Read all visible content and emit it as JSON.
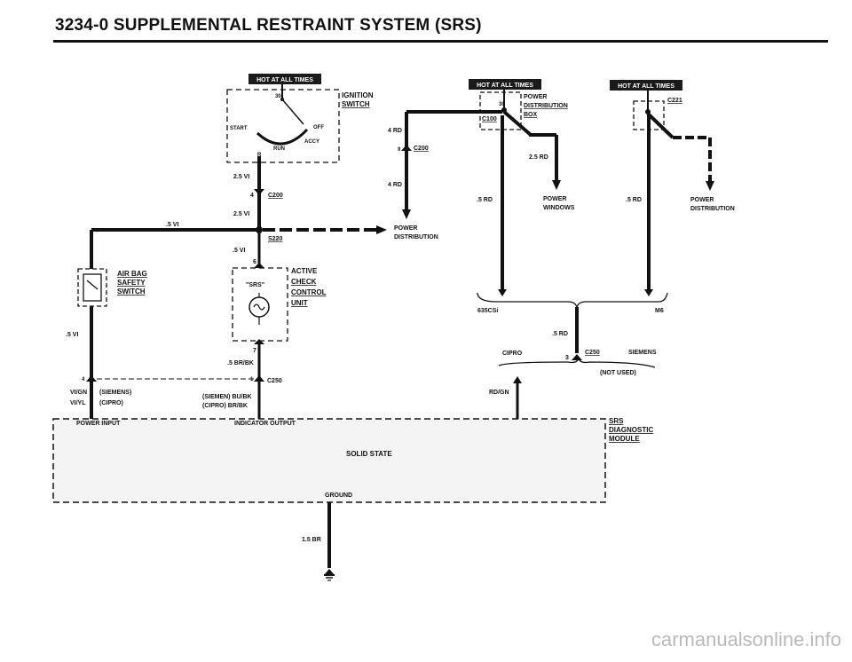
{
  "page": {
    "title": "3234-0  SUPPLEMENTAL RESTRAINT SYSTEM (SRS)",
    "watermark": "carmanualsonline.info"
  },
  "badges": {
    "hot": "HOT AT ALL TIMES"
  },
  "ignition_switch": {
    "label1": "IGNITION",
    "label2": "SWITCH",
    "pin30": "30",
    "start": "START",
    "off": "OFF",
    "accy": "ACCY",
    "run": "RUN",
    "pinR": "R"
  },
  "power_dist_box": {
    "label1": "POWER",
    "label2": "DISTRIBUTION",
    "label3": "BOX",
    "pin30": "30",
    "c100": "C100"
  },
  "c221": {
    "label": "C221"
  },
  "wires": {
    "w_2_5vi_a": "2.5 VI",
    "w_2_5vi_b": "2.5 VI",
    "w_5vi_left": ".5 VI",
    "w_5vi_mid": ".5 VI",
    "w_5vi_down": ".5 VI",
    "w_4rd_a": "4 RD",
    "w_4rd_b": "4 RD",
    "w_2_5rd": "2.5 RD",
    "w_5rd_a": ".5 RD",
    "w_5rd_b": ".5 RD",
    "w_5rd_c": ".5 RD",
    "w_5brbk": ".5 BR/BK",
    "w_15br": "1.5 BR",
    "w_rdgn": "RD/GN",
    "w_vign": "VI/GN",
    "w_viyl": "VI/YL"
  },
  "connectors": {
    "c200_left_pin": "4",
    "c200_left": "C200",
    "c200_right_pin": "9",
    "c200_right": "C200",
    "s220": "S220",
    "pin6": "6",
    "pin7": "7",
    "c250_left_pin": "1",
    "c250_left": "C250",
    "c250_right_pin": "3",
    "c250_right": "C250",
    "pin4_airbag": "4"
  },
  "destinations": {
    "power_distribution_mid1": "POWER",
    "power_distribution_mid2": "DISTRIBUTION",
    "power_windows1": "POWER",
    "power_windows2": "WINDOWS",
    "power_distribution_right1": "POWER",
    "power_distribution_right2": "DISTRIBUTION"
  },
  "variants": {
    "m635csi": "635CSi",
    "m6": "M6",
    "cipro": "CIPRO",
    "siemens": "SIEMENS",
    "not_used": "(NOT USED)",
    "siemens_paren": "(SIEMENS)",
    "cipro_paren": "(CIPRO)",
    "siemens_bubk": "(SIEMEN) BU/BK",
    "cipro_brbk": "(CIPRO) BR/BK"
  },
  "components": {
    "airbag1": "AIR BAG",
    "airbag2": "SAFETY",
    "airbag3": "SWITCH",
    "check1": "ACTIVE",
    "check_srs": "\"SRS\"",
    "check2": "CHECK",
    "check3": "CONTROL",
    "check4": "UNIT",
    "module1": "SRS",
    "module2": "DIAGNOSTIC",
    "module3": "MODULE",
    "power_input": "POWER INPUT",
    "indicator_output": "INDICATOR OUTPUT",
    "solid_state": "SOLID STATE",
    "ground": "GROUND"
  },
  "colors": {
    "ink": "#111111",
    "badge_bg": "#1a1a1a",
    "badge_text": "#ffffff",
    "module_fill": "#f4f4f4"
  }
}
